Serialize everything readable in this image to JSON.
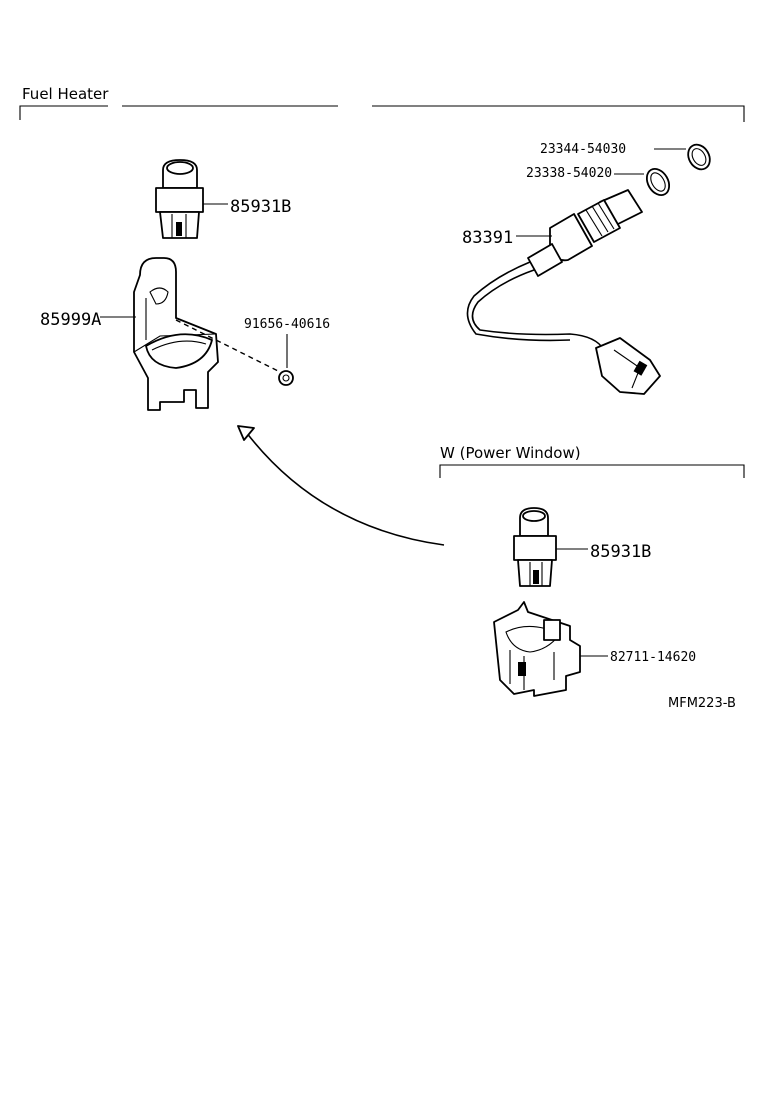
{
  "sections": {
    "fuel_heater": "Fuel Heater",
    "power_window": "W (Power Window)"
  },
  "parts": {
    "switch_top": "85931B",
    "bracket": "85999A",
    "clip": "91656-40616",
    "washer_outer": "23344-54030",
    "washer_inner": "23338-54020",
    "sensor": "83391",
    "switch_pw": "85931B",
    "holder": "82711-14620"
  },
  "figure_code": "MFM223-B"
}
